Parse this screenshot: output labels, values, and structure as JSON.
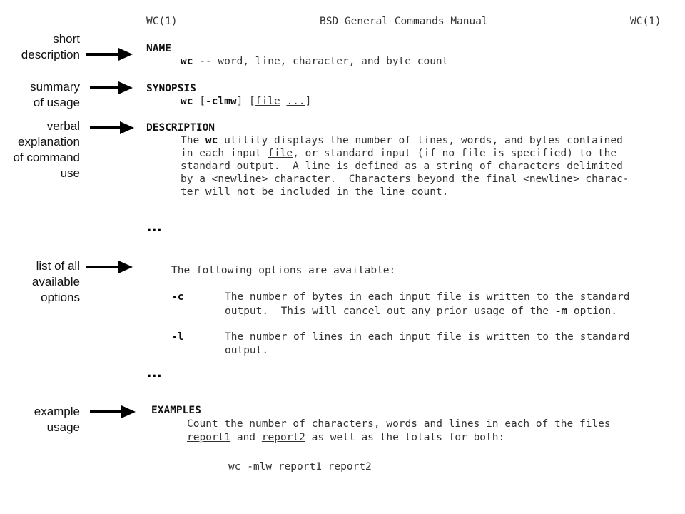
{
  "header": {
    "left": "WC(1)",
    "center": "BSD General Commands Manual",
    "right": "WC(1)"
  },
  "annotations": [
    {
      "lines": [
        "short",
        "description"
      ]
    },
    {
      "lines": [
        "summary",
        "of usage"
      ]
    },
    {
      "lines": [
        "verbal",
        "explanation",
        "of command",
        "use"
      ]
    },
    {
      "lines": [
        "list of all",
        "available",
        "options"
      ]
    },
    {
      "lines": [
        "example",
        "usage"
      ]
    }
  ],
  "name_section": {
    "heading": "NAME",
    "cmd": "wc",
    "rest": " -- word, line, character, and byte count"
  },
  "synopsis_section": {
    "heading": "SYNOPSIS",
    "cmd": "wc",
    "open1": " [",
    "flags": "-clmw",
    "close1": "] [",
    "file": "file",
    "space": " ",
    "ellipsis": "...",
    "close2": "]"
  },
  "description_section": {
    "heading": "DESCRIPTION",
    "l1_pre": "The ",
    "l1_cmd": "wc",
    "l1_post": " utility displays the number of lines, words, and bytes contained",
    "l2_pre": "in each input ",
    "l2_file": "file",
    "l2_post": ", or standard input (if no file is specified) to the",
    "l3": "standard output.  A line is defined as a string of characters delimited",
    "l4": "by a <newline> character.  Characters beyond the final <newline> charac-",
    "l5": "ter will not be included in the line count."
  },
  "ellipsis_1": "...",
  "options_section": {
    "intro": "The following options are available:",
    "opt_c": {
      "flag": "-c",
      "l1": "The number of bytes in each input file is written to the standard",
      "l2_pre": "output.  This will cancel out any prior usage of the ",
      "l2_flag": "-m",
      "l2_post": " option."
    },
    "opt_l": {
      "flag": "-l",
      "l1": "The number of lines in each input file is written to the standard",
      "l2": "output."
    }
  },
  "ellipsis_2": "...",
  "examples_section": {
    "heading": "EXAMPLES",
    "l1": "Count the number of characters, words and lines in each of the files",
    "l2_file1": "report1",
    "l2_mid": " and ",
    "l2_file2": "report2",
    "l2_post": " as well as the totals for both:",
    "command": "wc -mlw report1 report2"
  }
}
